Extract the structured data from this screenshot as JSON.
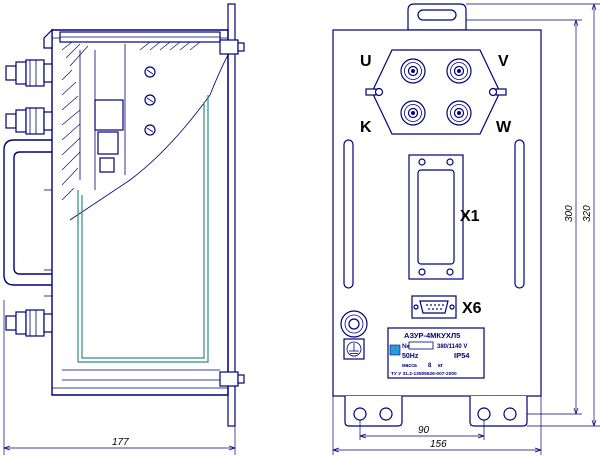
{
  "terminals": {
    "u": "U",
    "v": "V",
    "k": "K",
    "w": "W"
  },
  "connectors": {
    "x1": "X1",
    "x6": "X6"
  },
  "dimensions": {
    "depth": "177",
    "mount_spacing": "90",
    "width": "156",
    "body_height": "300",
    "overall_height": "320"
  },
  "nameplate": {
    "model": "АЗУР-4МКУХЛ5",
    "number_prefix": "№",
    "voltage": "380/1140 V",
    "frequency": "50Hz",
    "protection": "IP54",
    "mass_label": "масса",
    "mass_value": "8",
    "mass_unit": "кг",
    "standard": "ТУ У 31.2-13505626-007-2000"
  },
  "colors": {
    "line": "#00007a",
    "text": "#000000",
    "inner_panel": "#2e8a8a",
    "nameplate_logo": "#2a9ad6"
  }
}
